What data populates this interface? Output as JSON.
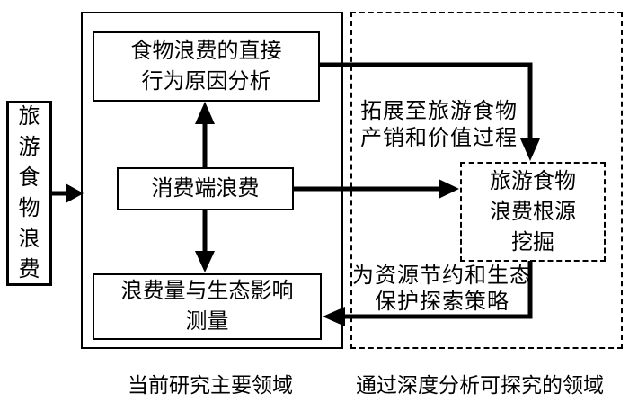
{
  "diagram": {
    "source_box": "旅游食物浪费",
    "current_research": {
      "caption": "当前研究主要领域",
      "top_box": "食物浪费的直接\n行为原因分析",
      "middle_box": "消费端浪费",
      "bottom_box": "浪费量与生态影响\n测量"
    },
    "deep_analysis": {
      "caption": "通过深度分析可探究的领域",
      "inner_box": "旅游食物\n浪费根源\n挖掘",
      "annotation_top": "拓展至旅游食物\n产销和价值过程",
      "annotation_bottom": "为资源节约和生态\n保护探索策略"
    },
    "colors": {
      "line": "#000000",
      "background": "#ffffff"
    }
  }
}
